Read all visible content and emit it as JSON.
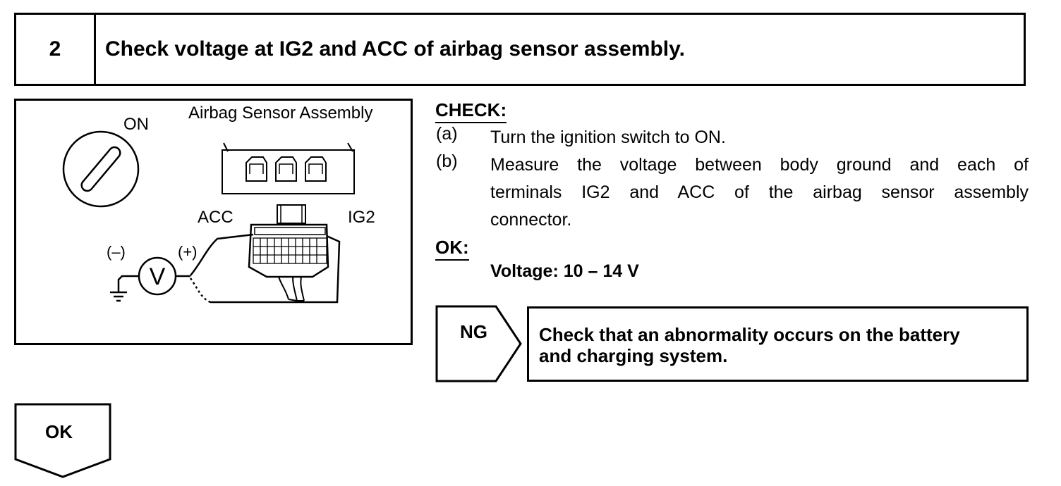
{
  "step": {
    "number": "2",
    "title": "Check voltage at IG2 and ACC of airbag sensor assembly."
  },
  "illustration": {
    "switch_label": "ON",
    "sensor_label": "Airbag Sensor Assembly",
    "acc_label": "ACC",
    "ig2_label": "IG2",
    "minus_label": "(–)",
    "plus_label": "(+)",
    "meter_symbol": "V",
    "icons": [
      "ignition-switch-icon",
      "connector-icon",
      "voltmeter-icon",
      "ground-icon"
    ]
  },
  "check": {
    "heading": "CHECK:",
    "items": [
      {
        "letter": "(a)",
        "lines": [
          "Turn the ignition switch to ON."
        ]
      },
      {
        "letter": "(b)",
        "lines": [
          "Measure the voltage between body ground and each of",
          "terminals IG2 and ACC of the airbag sensor assembly",
          "connector."
        ]
      }
    ]
  },
  "ok": {
    "heading": "OK:",
    "spec": "Voltage: 10 – 14 V"
  },
  "ng_flow": {
    "label": "NG",
    "action_lines": [
      "Check that an abnormality occurs on the battery",
      "and charging system."
    ]
  },
  "ok_flow": {
    "label": "OK"
  }
}
